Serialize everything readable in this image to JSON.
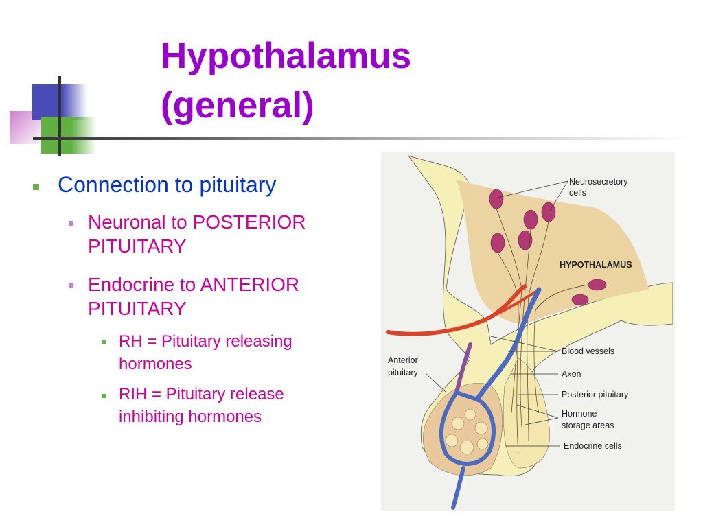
{
  "slide": {
    "title_line1": "Hypothalamus",
    "title_line2": "(general)",
    "bullets": [
      {
        "text": "Connection to pituitary",
        "level": 1
      },
      {
        "text_line1": "Neuronal to POSTERIOR",
        "text_line2": "PITUITARY",
        "level": 2
      },
      {
        "text_line1": "Endocrine to ANTERIOR",
        "text_line2": "PITUITARY",
        "level": 2
      },
      {
        "text_line1": "RH = Pituitary releasing",
        "text_line2": "hormones",
        "level": 3
      },
      {
        "text_line1": "RIH = Pituitary release",
        "text_line2": "inhibiting hormones",
        "level": 3
      }
    ]
  },
  "diagram": {
    "labels": {
      "neurosecretory_1": "Neurosecretory",
      "neurosecretory_2": "cells",
      "hypothalamus": "HYPOTHALAMUS",
      "blood_vessels": "Blood vessels",
      "axon": "Axon",
      "posterior_pituitary": "Posterior pituitary",
      "hormone_storage_1": "Hormone",
      "hormone_storage_2": "storage areas",
      "endocrine_cells": "Endocrine cells",
      "anterior_1": "Anterior",
      "anterior_2": "pituitary"
    }
  },
  "colors": {
    "title": "#9900cc",
    "level1": "#0033cc",
    "level2": "#cc0099",
    "bullet_green": "#66b24a",
    "bullet_lavender": "#b48ad6"
  }
}
